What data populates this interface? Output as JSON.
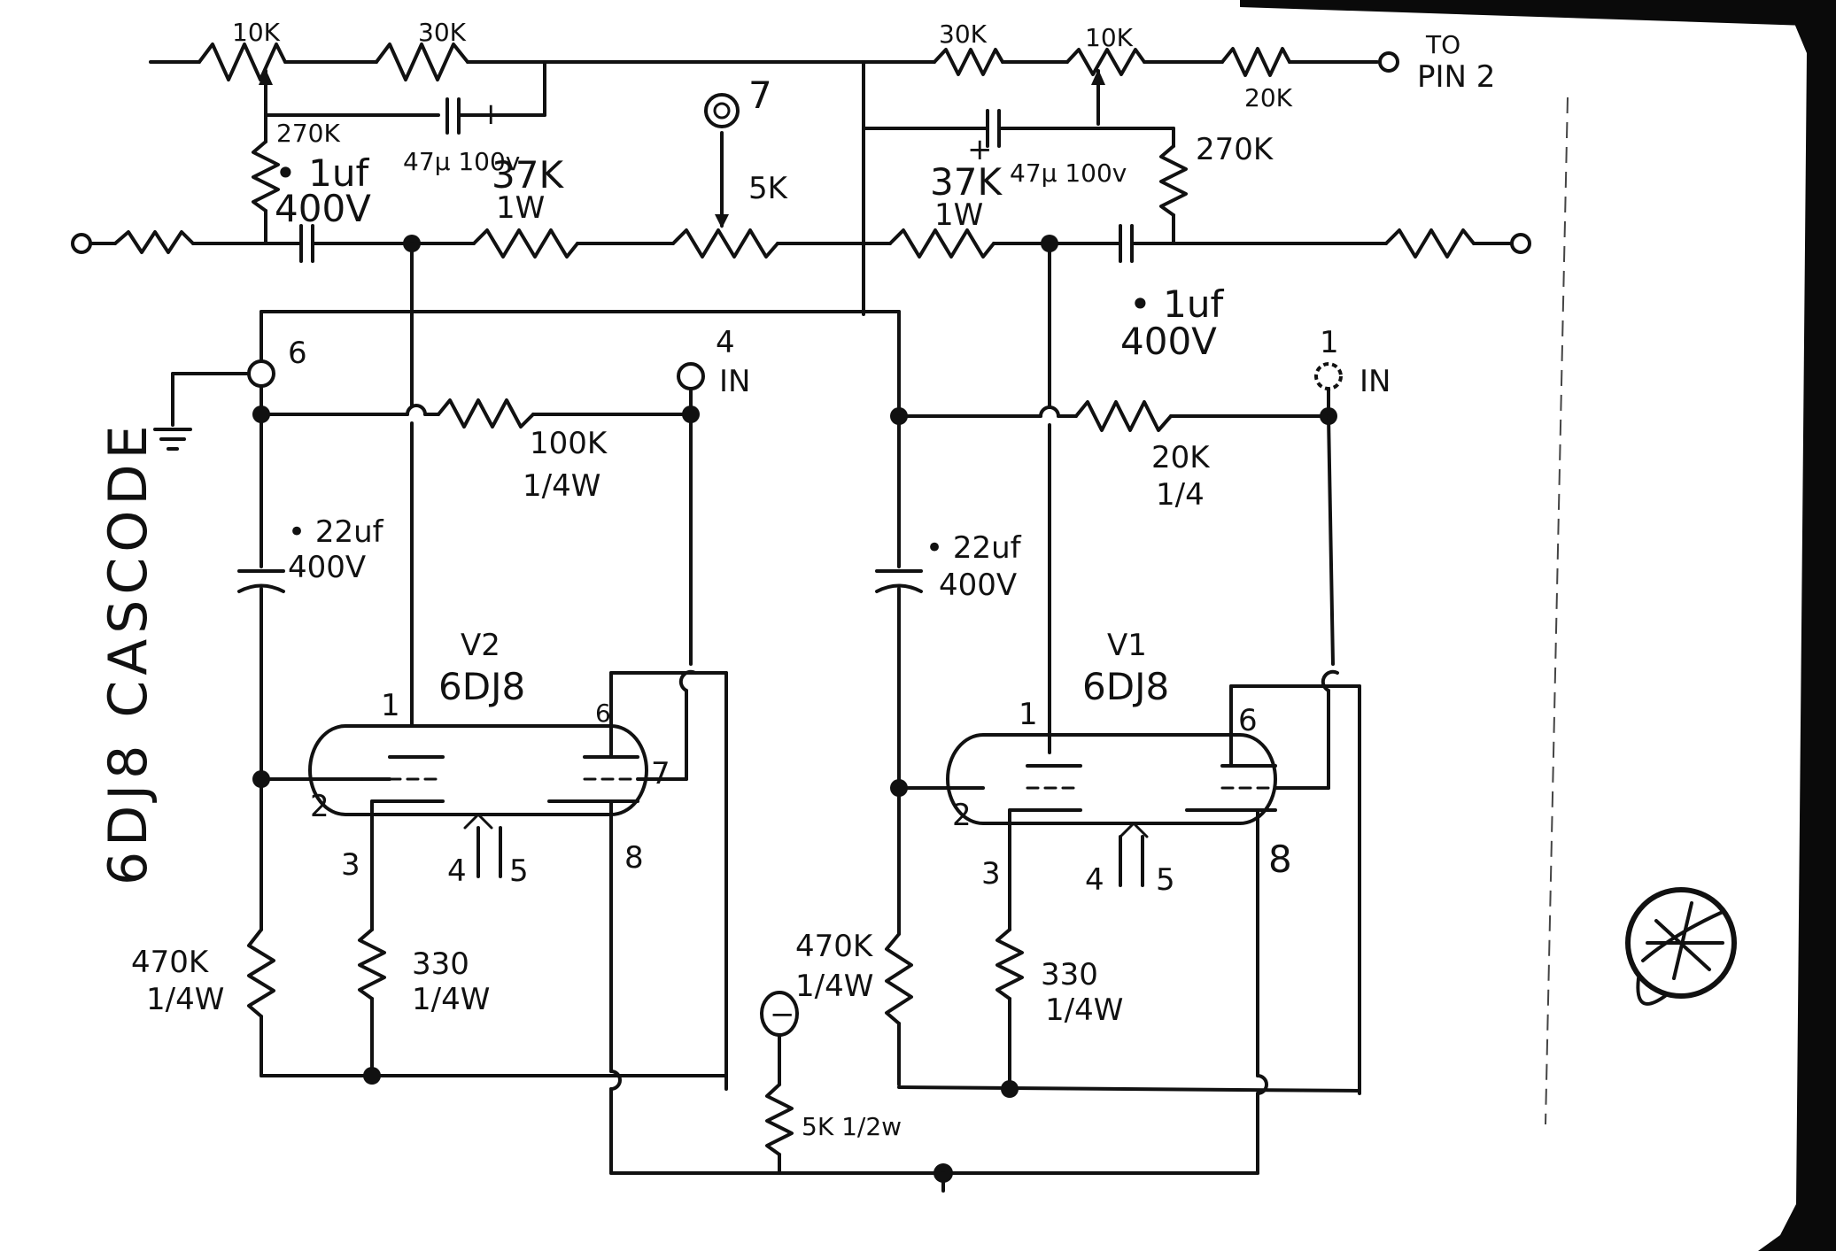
{
  "title": "6DJ8 CASCODE",
  "labels": {
    "r_top_left_pot": "10K",
    "r_top_left": "30K",
    "r_top_right_a": "30K",
    "r_top_right_pot": "10K",
    "r_top_right_b": "20K",
    "to_pin": "TO",
    "pin2": "PIN 2",
    "r_left_270k": "270K",
    "c_left_47": "47µ 100v",
    "c_right_47": "47µ 100v",
    "r_right_270k": "270K",
    "c_in_left_val": "• 1uf",
    "c_in_left_v": "400V",
    "r_left_37k": "37K",
    "r_left_37k_w": "1W",
    "pot_5k": "5K",
    "r_right_37k": "37K",
    "r_right_37k_w": "1W",
    "c_out_right_val": "• 1uf",
    "c_out_right_v": "400V",
    "pin7": "7",
    "pin6": "6",
    "pin4": "4",
    "in_left": "IN",
    "pin1": "1",
    "in_right": "IN",
    "r_100k": "100K",
    "r_100k_w": "1/4W",
    "r_20k": "20K",
    "r_20k_w": "1/4",
    "c_left_22": "• 22uf",
    "c_left_22_v": "400V",
    "c_right_22": "• 22uf",
    "c_right_22_v": "400V",
    "v2_name": "V2",
    "v2_type": "6DJ8",
    "v1_name": "V1",
    "v1_type": "6DJ8",
    "r_left_470k": "470K",
    "r_left_470k_w": "1/4W",
    "r_left_330": "330",
    "r_left_330_w": "1/4W",
    "r_right_470k": "470K",
    "r_right_470k_w": "1/4W",
    "r_right_330": "330",
    "r_right_330_w": "1/4W",
    "r_5k": "5K 1/2w",
    "neg_supply": "−",
    "v2_p1": "1",
    "v2_p2": "2",
    "v2_p3": "3",
    "v2_p4": "4",
    "v2_p5": "5",
    "v2_p6": "6",
    "v2_p7": "7",
    "v2_p8": "8",
    "v1_p1": "1",
    "v1_p2": "2",
    "v1_p3": "3",
    "v1_p4": "4",
    "v1_p5": "5",
    "v1_p6": "6",
    "v1_p8": "8"
  },
  "colors": {
    "ink": "#111111",
    "paper": "#ffffff",
    "edge": "#0a0a0a"
  }
}
